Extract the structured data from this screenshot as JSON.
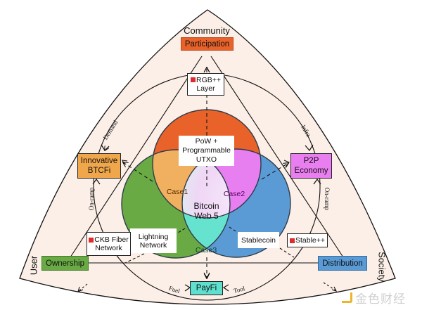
{
  "title": "Bitcoin Web 5 ecosystem diagram",
  "corners": {
    "top": "Community",
    "left": "User",
    "right": "Society"
  },
  "nodes": {
    "participation": {
      "label": "Participation",
      "color": "#e8622a"
    },
    "ownership": {
      "label": "Ownership",
      "color": "#6aaa45"
    },
    "distribution": {
      "label": "Distribution",
      "color": "#5b9bd5"
    },
    "btcfi": {
      "line1": "Innovative",
      "line2": "BTCFi",
      "color": "#f0a64b"
    },
    "p2p": {
      "line1": "P2P",
      "line2": "Economy",
      "color": "#e97ef0"
    },
    "payfi": {
      "label": "PayFi",
      "color": "#5fe0cf"
    }
  },
  "venn": {
    "top": {
      "line1": "PoW +",
      "line2": "Programmable",
      "line3": "UTXO",
      "color": "#e8622a"
    },
    "left": {
      "line1": "Lightning",
      "line2": "Network",
      "color": "#6aaa45"
    },
    "right": {
      "label": "Stablecoin",
      "color": "#5b9bd5"
    },
    "case1": {
      "label": "Case1",
      "color": "#f0b060"
    },
    "case2": {
      "label": "Case2",
      "color": "#e87ff0"
    },
    "case3": {
      "label": "Case3",
      "color": "#66e3cf"
    },
    "center": {
      "line1": "Bitcoin",
      "line2": "Web 5"
    }
  },
  "protocols": {
    "rgb": {
      "line1": "RGB++",
      "line2": "Layer"
    },
    "ckb": {
      "line1": "CKB Fiber",
      "line2": "Network"
    },
    "stable": {
      "label": "Stable++"
    }
  },
  "arc_labels": {
    "demand": "Demand",
    "infra": "Infra",
    "onramp_left": "On-ramp",
    "onramp_right": "On-ramp",
    "fuel": "Fuel",
    "tool": "Tool"
  },
  "watermark": "金色财经",
  "colors": {
    "background": "#fcefe7",
    "stroke": "#111111",
    "badge": "#e02b2b",
    "watermark": "#f0b429"
  }
}
